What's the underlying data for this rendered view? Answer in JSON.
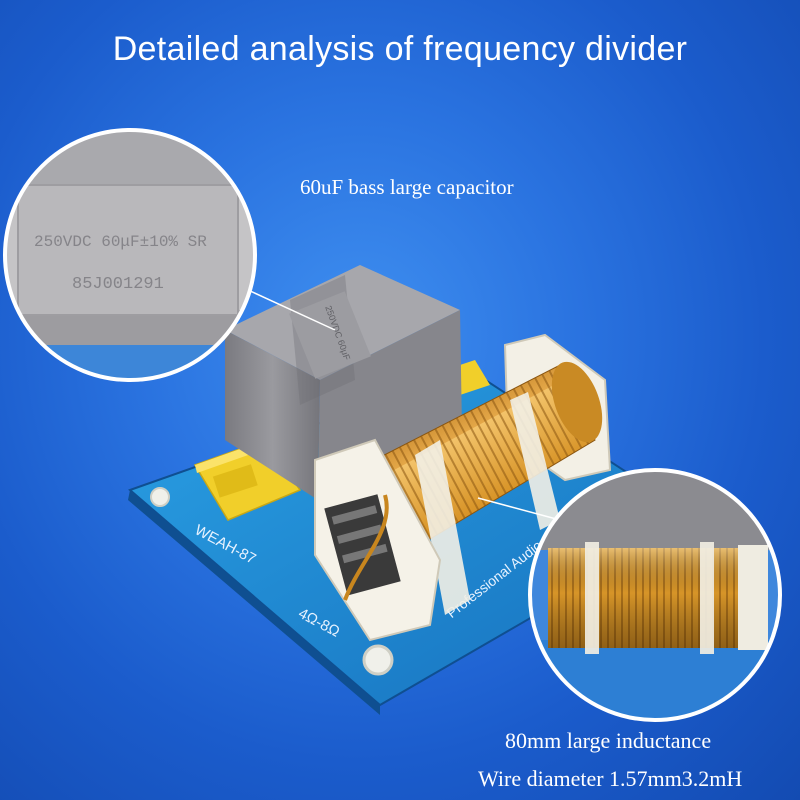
{
  "title": "Detailed analysis of frequency divider",
  "callouts": {
    "capacitor_label": "60uF bass large capacitor",
    "inductor_label": "80mm large inductance",
    "wire_label": "Wire diameter 1.57mm3.2mH"
  },
  "photo_markings": {
    "capacitor_rating": "250VDC 60μF±10% SR",
    "capacitor_serial": "85J001291",
    "board_model": "WEAH-87",
    "board_impedance": "4Ω-8Ω",
    "board_brand": "Professional Audio"
  },
  "colors": {
    "background": "#2a73e0",
    "pcb": "#1c86cf",
    "capacitor": "#8a8a8e",
    "copper_coil": "#d89a2c",
    "label_text": "#ffffff"
  }
}
